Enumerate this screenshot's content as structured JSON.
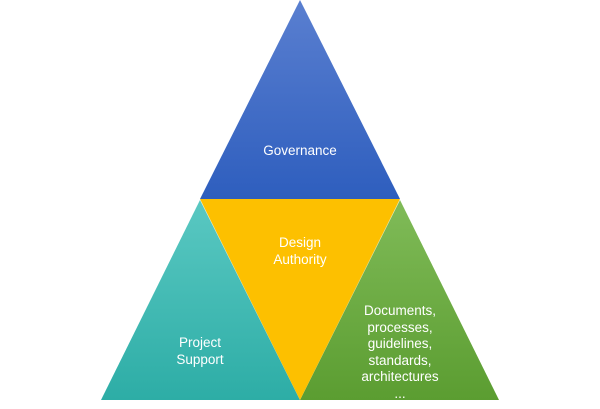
{
  "diagram": {
    "type": "triangle-pyramid",
    "segments": [
      {
        "id": "top",
        "label": "Governance",
        "color_top": "#5479cc",
        "color_bottom": "#2f5fbf"
      },
      {
        "id": "center",
        "label": "Design\nAuthority",
        "color": "#fdc000"
      },
      {
        "id": "left",
        "label": "Project\nSupport",
        "color_top": "#58c7c0",
        "color_bottom": "#2eaea8"
      },
      {
        "id": "right",
        "label": "Documents,\nprocesses,\nguidelines,\nstandards,\narchitectures\n...",
        "color_top": "#7cb955",
        "color_bottom": "#5c9e32"
      }
    ]
  }
}
